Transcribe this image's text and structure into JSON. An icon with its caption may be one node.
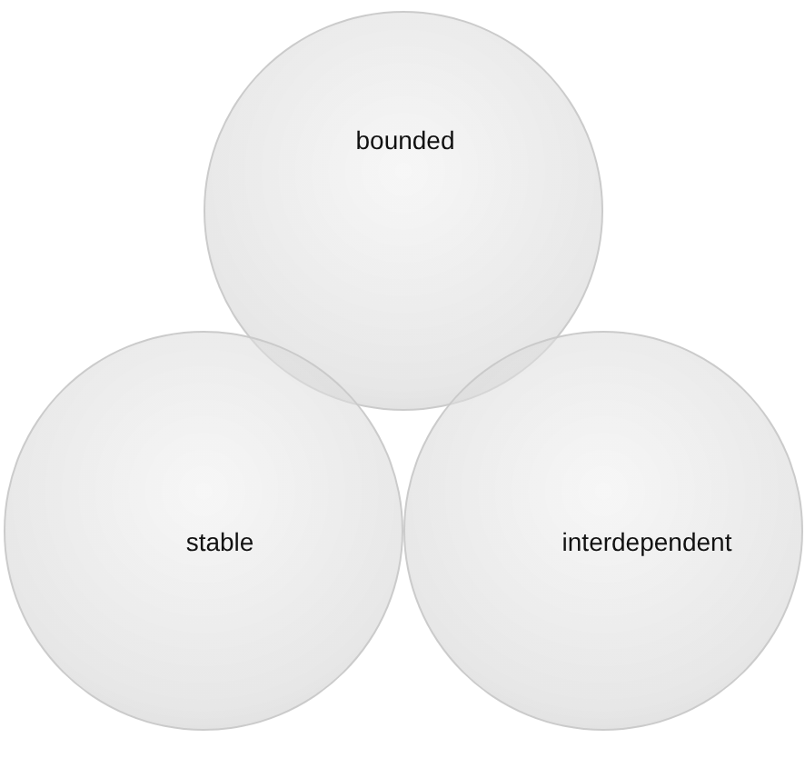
{
  "diagram": {
    "nodes": [
      {
        "text": [
          "bounded"
        ]
      },
      {
        "text": [
          "stable"
        ]
      },
      {
        "text": [
          "interdependent"
        ]
      }
    ]
  }
}
